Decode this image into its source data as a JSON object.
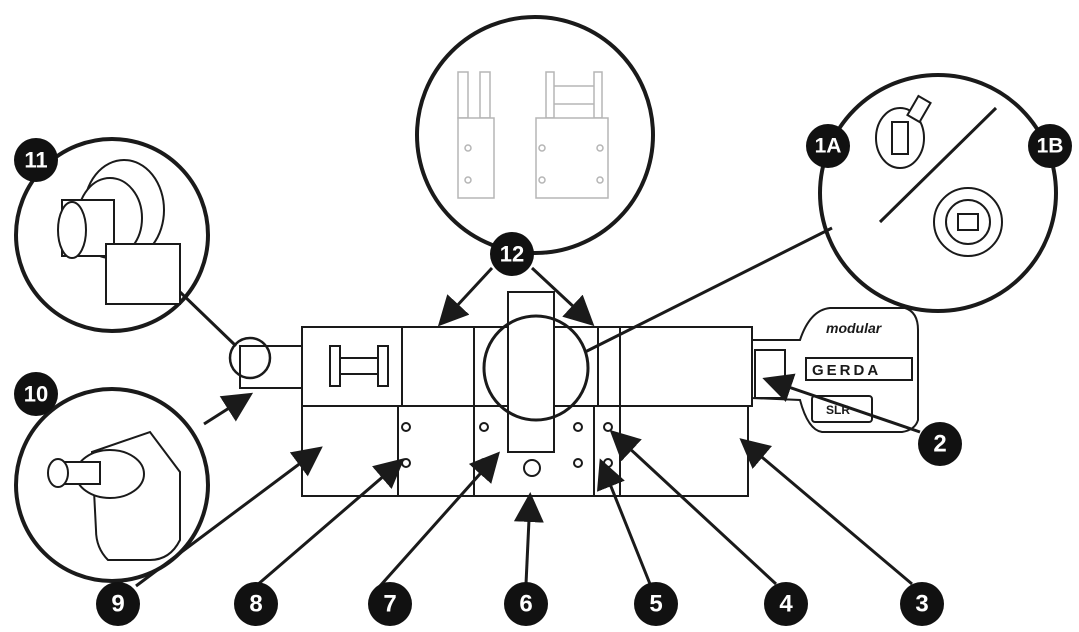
{
  "callouts": [
    {
      "id": "1A",
      "text": "1A"
    },
    {
      "id": "1B",
      "text": "1B"
    },
    {
      "id": "2",
      "text": "2"
    },
    {
      "id": "3",
      "text": "3"
    },
    {
      "id": "4",
      "text": "4"
    },
    {
      "id": "5",
      "text": "5"
    },
    {
      "id": "6",
      "text": "6"
    },
    {
      "id": "7",
      "text": "7"
    },
    {
      "id": "8",
      "text": "8"
    },
    {
      "id": "9",
      "text": "9"
    },
    {
      "id": "10",
      "text": "10"
    },
    {
      "id": "11",
      "text": "11"
    },
    {
      "id": "12",
      "text": "12"
    }
  ],
  "key": {
    "brand_top": "modular",
    "brand_main": "GERDA",
    "brand_sub": "SLR"
  },
  "colors": {
    "line": "#1a1a1a",
    "callout_fill": "#111111",
    "faint": "#b5b5b5"
  }
}
